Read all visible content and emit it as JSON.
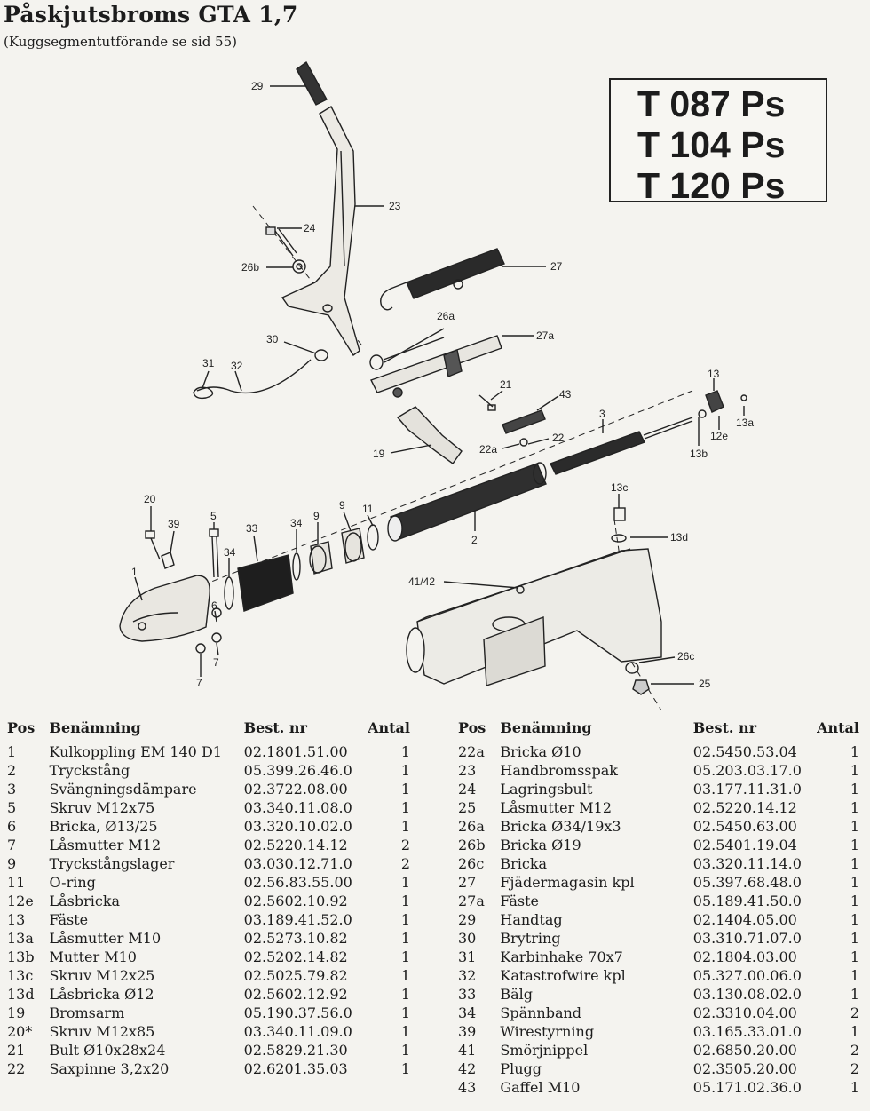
{
  "header": {
    "title": "Påskjutsbroms GTA 1,7",
    "subtitle": "(Kuggsegmentutförande se sid 55)"
  },
  "models": [
    "T 087 Ps",
    "T 104 Ps",
    "T 120 Ps"
  ],
  "diagram_callouts": [
    "29",
    "23",
    "24",
    "26b",
    "27",
    "26a",
    "27a",
    "30",
    "31",
    "32",
    "21",
    "43",
    "13",
    "13a",
    "12e",
    "13b",
    "3",
    "22",
    "22a",
    "19",
    "13c",
    "13d",
    "2",
    "20",
    "39",
    "5",
    "33",
    "34",
    "9",
    "9",
    "11",
    "34",
    "1",
    "6",
    "7",
    "7",
    "41/42",
    "26c",
    "25"
  ],
  "table": {
    "headers": {
      "pos": "Pos",
      "name": "Benämning",
      "nr": "Best. nr",
      "qty": "Antal"
    },
    "left": [
      {
        "pos": "1",
        "name": "Kulkoppling EM 140 D1",
        "nr": "02.1801.51.00",
        "qty": "1"
      },
      {
        "pos": "2",
        "name": "Tryckstång",
        "nr": "05.399.26.46.0",
        "qty": "1"
      },
      {
        "pos": "3",
        "name": "Svängningsdämpare",
        "nr": "02.3722.08.00",
        "qty": "1"
      },
      {
        "pos": "5",
        "name": "Skruv M12x75",
        "nr": "03.340.11.08.0",
        "qty": "1"
      },
      {
        "pos": "6",
        "name": "Bricka, Ø13/25",
        "nr": "03.320.10.02.0",
        "qty": "1"
      },
      {
        "pos": "7",
        "name": "Låsmutter M12",
        "nr": "02.5220.14.12",
        "qty": "2"
      },
      {
        "pos": "9",
        "name": "Tryckstångslager",
        "nr": "03.030.12.71.0",
        "qty": "2"
      },
      {
        "pos": "11",
        "name": "O-ring",
        "nr": "02.56.83.55.00",
        "qty": "1"
      },
      {
        "pos": "12e",
        "name": "Låsbricka",
        "nr": "02.5602.10.92",
        "qty": "1"
      },
      {
        "pos": "13",
        "name": "Fäste",
        "nr": "03.189.41.52.0",
        "qty": "1"
      },
      {
        "pos": "13a",
        "name": "Låsmutter M10",
        "nr": "02.5273.10.82",
        "qty": "1"
      },
      {
        "pos": "13b",
        "name": "Mutter M10",
        "nr": "02.5202.14.82",
        "qty": "1"
      },
      {
        "pos": "13c",
        "name": "Skruv M12x25",
        "nr": "02.5025.79.82",
        "qty": "1"
      },
      {
        "pos": "13d",
        "name": "Låsbricka Ø12",
        "nr": "02.5602.12.92",
        "qty": "1"
      },
      {
        "pos": "19",
        "name": "Bromsarm",
        "nr": "05.190.37.56.0",
        "qty": "1"
      },
      {
        "pos": "20*",
        "name": "Skruv M12x85",
        "nr": "03.340.11.09.0",
        "qty": "1"
      },
      {
        "pos": "21",
        "name": "Bult Ø10x28x24",
        "nr": "02.5829.21.30",
        "qty": "1"
      },
      {
        "pos": "22",
        "name": "Saxpinne 3,2x20",
        "nr": "02.6201.35.03",
        "qty": "1"
      }
    ],
    "right": [
      {
        "pos": "22a",
        "name": "Bricka Ø10",
        "nr": "02.5450.53.04",
        "qty": "1"
      },
      {
        "pos": "23",
        "name": "Handbromsspak",
        "nr": "05.203.03.17.0",
        "qty": "1"
      },
      {
        "pos": "24",
        "name": "Lagringsbult",
        "nr": "03.177.11.31.0",
        "qty": "1"
      },
      {
        "pos": "25",
        "name": "Låsmutter M12",
        "nr": "02.5220.14.12",
        "qty": "1"
      },
      {
        "pos": "26a",
        "name": "Bricka Ø34/19x3",
        "nr": "02.5450.63.00",
        "qty": "1"
      },
      {
        "pos": "26b",
        "name": "Bricka Ø19",
        "nr": "02.5401.19.04",
        "qty": "1"
      },
      {
        "pos": "26c",
        "name": "Bricka",
        "nr": "03.320.11.14.0",
        "qty": "1"
      },
      {
        "pos": "27",
        "name": "Fjädermagasin kpl",
        "nr": "05.397.68.48.0",
        "qty": "1"
      },
      {
        "pos": "27a",
        "name": "Fäste",
        "nr": "05.189.41.50.0",
        "qty": "1"
      },
      {
        "pos": "29",
        "name": "Handtag",
        "nr": "02.1404.05.00",
        "qty": "1"
      },
      {
        "pos": "30",
        "name": "Brytring",
        "nr": "03.310.71.07.0",
        "qty": "1"
      },
      {
        "pos": "31",
        "name": "Karbinhake 70x7",
        "nr": "02.1804.03.00",
        "qty": "1"
      },
      {
        "pos": "32",
        "name": "Katastrofwire kpl",
        "nr": "05.327.00.06.0",
        "qty": "1"
      },
      {
        "pos": "33",
        "name": "Bälg",
        "nr": "03.130.08.02.0",
        "qty": "1"
      },
      {
        "pos": "34",
        "name": "Spännband",
        "nr": "02.3310.04.00",
        "qty": "2"
      },
      {
        "pos": "39",
        "name": "Wirestyrning",
        "nr": "03.165.33.01.0",
        "qty": "1"
      },
      {
        "pos": "41",
        "name": "Smörjnippel",
        "nr": "02.6850.20.00",
        "qty": "2"
      },
      {
        "pos": "42",
        "name": "Plugg",
        "nr": "02.3505.20.00",
        "qty": "2"
      },
      {
        "pos": "43",
        "name": "Gaffel M10",
        "nr": "05.171.02.36.0",
        "qty": "1"
      }
    ]
  }
}
